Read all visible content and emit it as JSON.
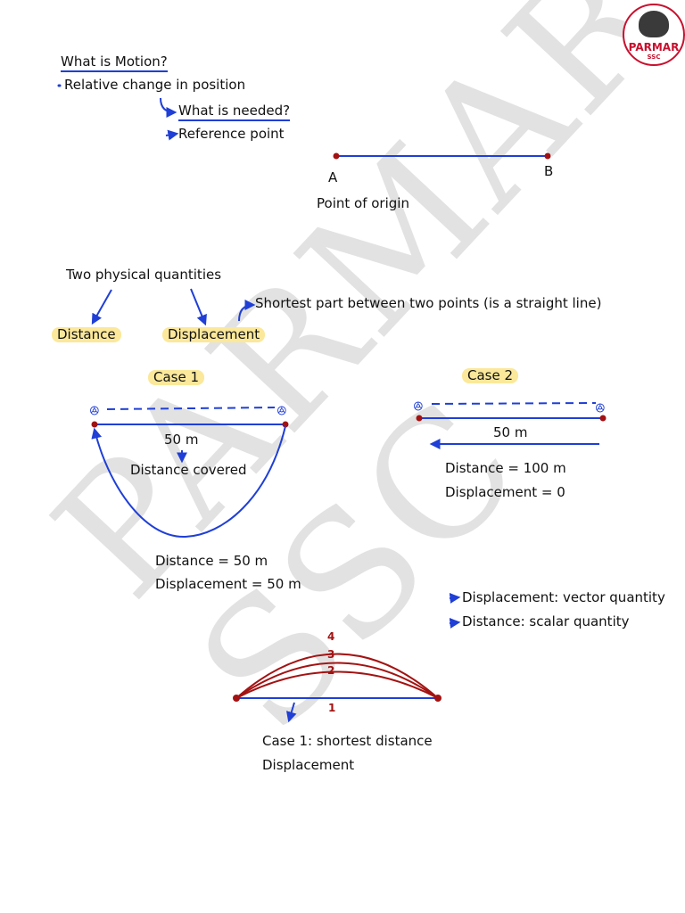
{
  "watermark": "PARMAR SSC",
  "logo": {
    "main": "PARMAR",
    "sub": "SSC"
  },
  "motion": {
    "heading": "What is Motion?",
    "definition": "Relative change in position",
    "question": "What is needed?",
    "answer": "Reference point"
  },
  "origin_figure": {
    "label_a": "A",
    "label_b": "B",
    "caption": "Point of origin"
  },
  "quantities": {
    "heading": "Two physical quantities",
    "distance": "Distance",
    "displacement": "Displacement",
    "note": "Shortest part between two points (is a straight line)"
  },
  "case1": {
    "label": "Case 1",
    "length": "50 m",
    "arc_label": "Distance covered",
    "distance": "Distance = 50 m",
    "displacement": "Displacement = 50 m"
  },
  "case2": {
    "label": "Case 2",
    "length": "50 m",
    "distance": "Distance = 100 m",
    "displacement": "Displacement = 0"
  },
  "facts": {
    "vector": "Displacement: vector quantity",
    "scalar": "Distance: scalar quantity"
  },
  "paths": {
    "labels": [
      "4",
      "3",
      "2",
      "1"
    ],
    "caption1": "Case 1: shortest distance",
    "caption2": "Displacement"
  },
  "colors": {
    "ink_blue": "#1f3fd6",
    "ink_red": "#a31212",
    "highlight": "#fbe89a"
  }
}
